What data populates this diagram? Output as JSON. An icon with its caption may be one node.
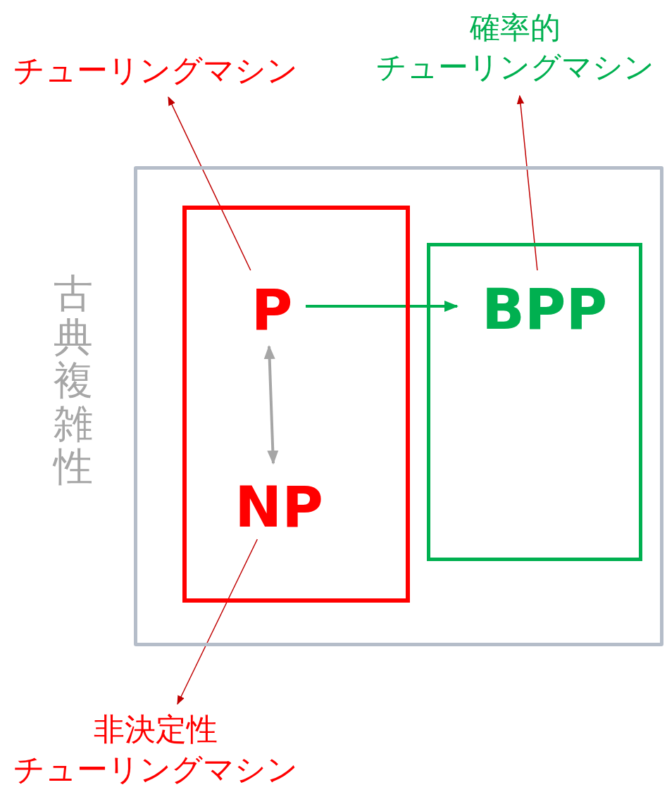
{
  "diagram": {
    "nodes": [
      {
        "text": [
          "古典複雑性"
        ]
      },
      {
        "text": [],
        "shape": "box",
        "in": 0
      },
      {
        "text": [
          "P"
        ],
        "in": 1
      },
      {
        "text": [
          "NP"
        ],
        "in": 1
      },
      {
        "text": [],
        "shape": "box",
        "in": 0
      },
      {
        "text": [
          "BPP"
        ],
        "in": 4
      },
      {
        "text": [
          "チューリングマシン"
        ]
      },
      {
        "text": [
          "確率的",
          "チューリングマシン"
        ]
      },
      {
        "text": [
          "非決定性",
          "チューリングマシン"
        ]
      }
    ],
    "edges": [
      {
        "from": 2,
        "to": 6,
        "arrow": "to"
      },
      {
        "from": 5,
        "to": 7,
        "arrow": "to"
      },
      {
        "from": 3,
        "to": 8,
        "arrow": "to"
      },
      {
        "from": 2,
        "to": 5,
        "arrow": "to",
        "style": "thick",
        "color": "#00b050"
      },
      {
        "from": 2,
        "to": 3,
        "arrow": "both",
        "style": "thick",
        "color": "#a6a6a6"
      }
    ]
  }
}
